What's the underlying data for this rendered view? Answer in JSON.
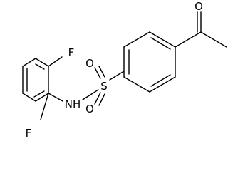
{
  "molecule": {
    "atoms": {
      "fluorine_top": "F",
      "fluorine_bottom": "F",
      "amide_nitrogen": "NH",
      "sulfur": "S",
      "sulfonyl_oxygen_top": "O",
      "sulfonyl_oxygen_bottom": "O",
      "ketone_oxygen": "O"
    }
  }
}
